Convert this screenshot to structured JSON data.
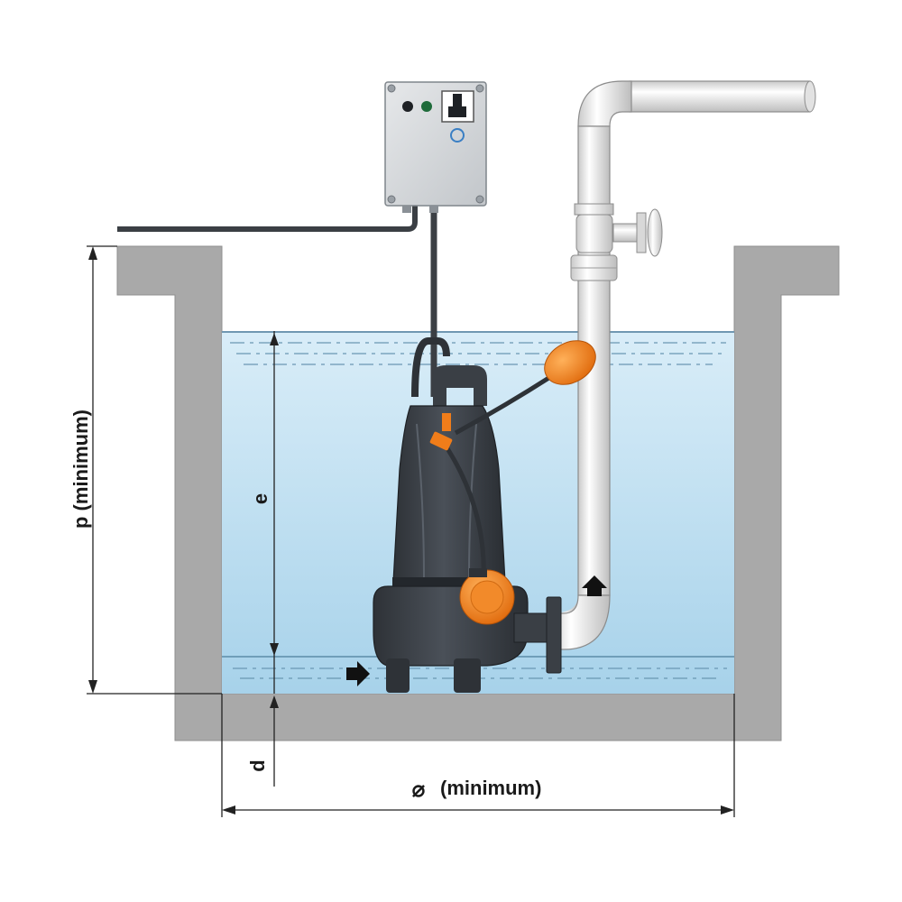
{
  "labels": {
    "depth": "p  (minimum)",
    "level": "e",
    "distance": "d",
    "width_symbol": "⌀",
    "width": "(minimum)"
  },
  "icons": {
    "control_box": "control-box-icon",
    "pump": "submersible-pump-icon",
    "float_switch": "float-switch-icon",
    "valve": "gate-valve-icon",
    "flow_in": "arrow-right-icon",
    "flow_up": "arrow-up-icon"
  },
  "colors": {
    "wall": "#a9a9a9",
    "water_top": "#cde6f4",
    "water_bottom": "#9ccbe6",
    "pump": "#3a3f45",
    "float": "#f07d1a",
    "pipe": "#f2f2f2",
    "box": "#d6d9dc"
  }
}
